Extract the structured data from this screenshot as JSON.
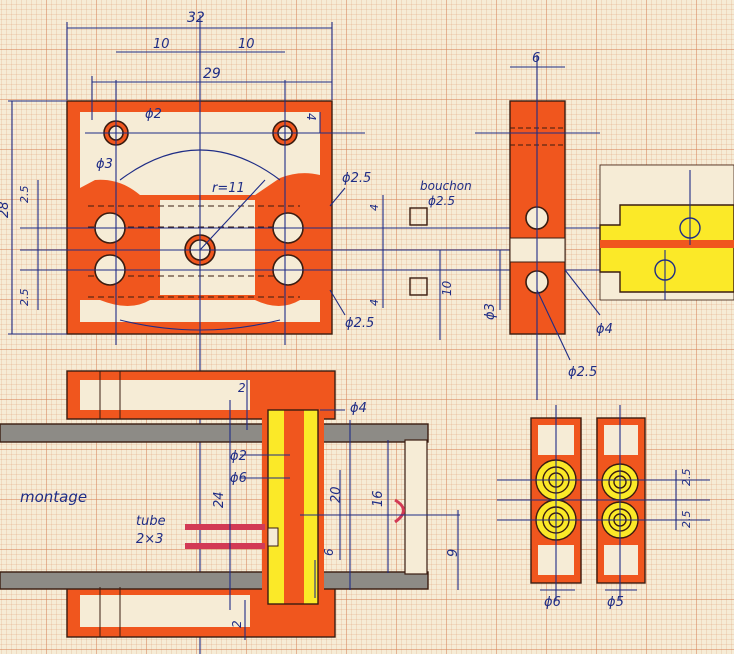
{
  "labels": {
    "d32": "32",
    "d10a": "10",
    "d10b": "10",
    "d29": "29",
    "d4top": "4",
    "phi2": "ϕ2",
    "phi3": "ϕ3",
    "r11": "r=11",
    "phi25a": "ϕ2.5",
    "d28": "28",
    "d25a": "2.5",
    "d25b": "2.5",
    "phi25b": "ϕ2.5",
    "bouchon": "bouchon",
    "bouchon_phi": "ϕ2.5",
    "d4a": "4",
    "d4b": "4",
    "d10v": "10",
    "d6": "6",
    "phi3r": "ϕ3",
    "phi4r": "ϕ4",
    "phi25r": "ϕ2.5",
    "m2a": "2",
    "phi4m": "ϕ4",
    "phi2m": "ϕ2",
    "phi6m": "ϕ6",
    "d24": "24",
    "d20": "20",
    "d16": "16",
    "d9": "9",
    "d6m": "6",
    "m2b": "2",
    "montage": "montage",
    "tube": "tube",
    "tube_size": "2×3",
    "d25c": "2.5",
    "d25d": "2.5",
    "phi6b": "ϕ6",
    "phi5b": "ϕ5"
  },
  "colors": {
    "ink": "#1f2d86",
    "orange": "#f0561e",
    "yellow": "#fbe928",
    "gray": "#8d8b86",
    "paper": "#f6ecd6"
  }
}
